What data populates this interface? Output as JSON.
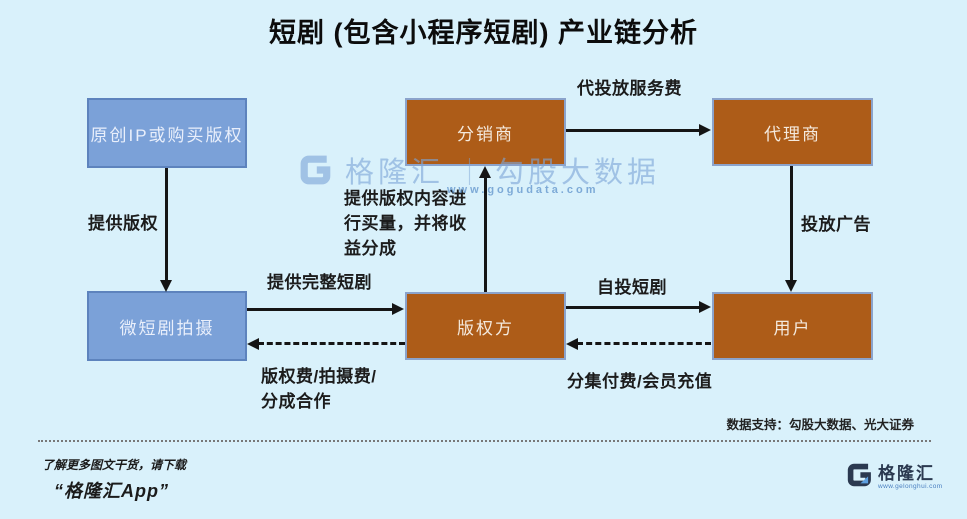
{
  "title": "短剧 (包含小程序短剧) 产业链分析",
  "nodes": {
    "ip": {
      "label": "原创IP或购买版权"
    },
    "shoot": {
      "label": "微短剧拍摄"
    },
    "distributor": {
      "label": "分销商"
    },
    "agent": {
      "label": "代理商"
    },
    "copyright": {
      "label": "版权方"
    },
    "user": {
      "label": "用户"
    }
  },
  "edges": {
    "provide_copyright": {
      "label": "提供版权",
      "from": "原创IP或购买版权",
      "to": "微短剧拍摄",
      "style": "solid"
    },
    "agency_service_fee": {
      "label": "代投放服务费",
      "from": "分销商",
      "to": "代理商",
      "style": "solid"
    },
    "content_for_volume": {
      "lines": [
        "提供版权内容进",
        "行买量，并将收",
        "益分成"
      ],
      "from": "版权方",
      "to": "分销商",
      "style": "solid"
    },
    "place_ads": {
      "label": "投放广告",
      "from": "代理商",
      "to": "用户",
      "style": "solid"
    },
    "provide_full_drama": {
      "label": "提供完整短剧",
      "from": "微短剧拍摄",
      "to": "版权方",
      "style": "solid"
    },
    "fees_share": {
      "lines": [
        "版权费/拍摄费/",
        "分成合作"
      ],
      "from": "版权方",
      "to": "微短剧拍摄",
      "style": "dashed"
    },
    "self_invest": {
      "label": "自投短剧",
      "from": "版权方",
      "to": "用户",
      "style": "solid"
    },
    "pay_per_episode": {
      "label": "分集付费/会员充值",
      "from": "用户",
      "to": "版权方",
      "style": "dashed"
    }
  },
  "watermark": {
    "brand": "格隆汇",
    "separator": "｜",
    "name": "勾股大数据",
    "url": "www.gogudata.com"
  },
  "footer": {
    "data_support": "数据支持：勾股大数据、光大证券",
    "promo_line1": "了解更多图文干货，请下载",
    "promo_line2": "“格隆汇App”",
    "brand": "格隆汇",
    "brand_url": "www.gelonghui.com"
  },
  "colors": {
    "background": "#d9f1fb",
    "blue_box": "#7ba1d8",
    "blue_box_border": "#5d83bd",
    "orange_box": "#ad5c18",
    "orange_box_border": "#8ba3cb",
    "arrow": "#151515",
    "watermark_blue": "#7da5d6",
    "logo_navy": "#2b3950",
    "logo_light_blue": "#5d9fe0"
  }
}
